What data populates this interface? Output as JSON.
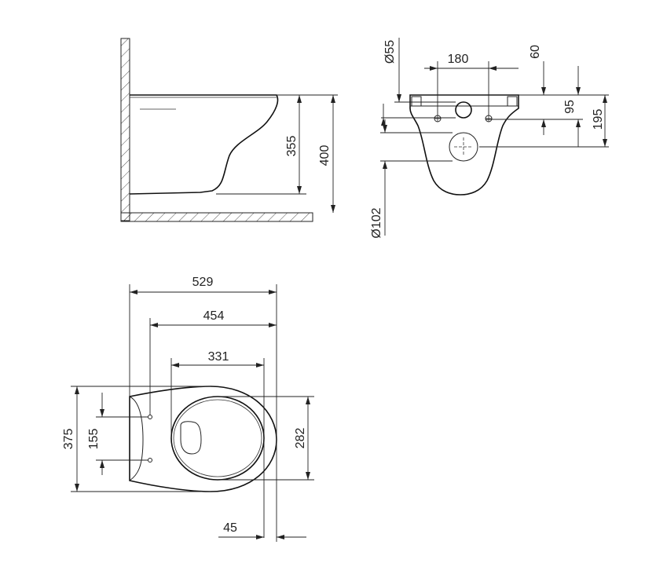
{
  "side_view": {
    "dim_355": "355",
    "dim_400": "400"
  },
  "rear_view": {
    "dim_180": "180",
    "dim_60": "60",
    "dim_95": "95",
    "dim_195": "195",
    "dim_d55": "Ø55",
    "dim_d102": "Ø102"
  },
  "top_view": {
    "dim_529": "529",
    "dim_454": "454",
    "dim_331": "331",
    "dim_375": "375",
    "dim_155": "155",
    "dim_282": "282",
    "dim_45": "45"
  }
}
